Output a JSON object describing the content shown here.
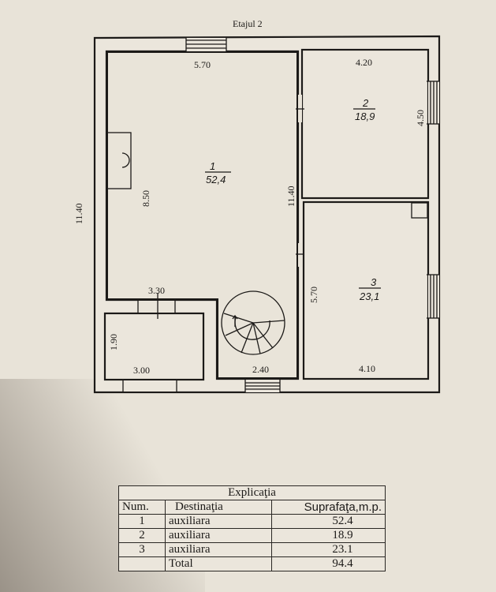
{
  "plan": {
    "title": "Etajul 2",
    "dimensions": {
      "top_room1": "5.70",
      "top_room2": "4.20",
      "left_total": "11.40",
      "room1_height": "8.50",
      "middle_total": "11.40",
      "room2_right": "4.50",
      "room3_left": "5.70",
      "hall_width": "3.30",
      "small_height": "1.90",
      "small_width": "3.00",
      "stair_width": "2.40",
      "room3_bottom": "4.10"
    },
    "rooms": [
      {
        "num": "1",
        "area": "52,4"
      },
      {
        "num": "2",
        "area": "18,9"
      },
      {
        "num": "3",
        "area": "23,1"
      }
    ]
  },
  "legend": {
    "title": "Explicaţia",
    "headers": [
      "Num.",
      "Destinaţia",
      "Suprafaţa,m.p."
    ],
    "rows": [
      {
        "num": "1",
        "dest": "auxiliara",
        "area": "52.4"
      },
      {
        "num": "2",
        "dest": "auxiliara",
        "area": "18.9"
      },
      {
        "num": "3",
        "dest": "auxiliara",
        "area": "23.1"
      },
      {
        "num": "",
        "dest": "Total",
        "area": "94.4"
      }
    ]
  }
}
